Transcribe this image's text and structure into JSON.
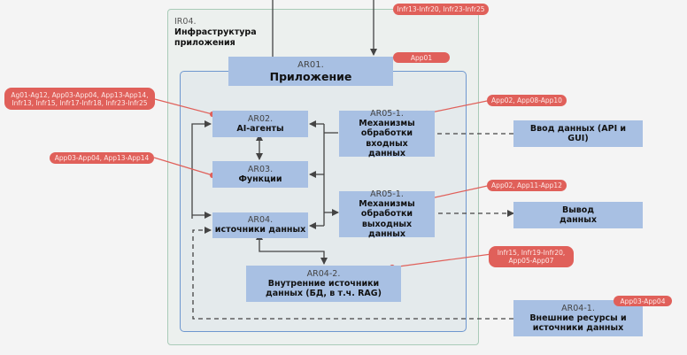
{
  "diagram": {
    "infrastructure": {
      "code": "IR04.",
      "title": "Инфраструктура приложения"
    },
    "application": {
      "code": "AR01.",
      "title": "Приложение"
    },
    "nodes": {
      "ai_agents": {
        "code": "AR02.",
        "title": "AI-агенты"
      },
      "functions": {
        "code": "AR03.",
        "title": "Функции"
      },
      "data_sources": {
        "code": "AR04.",
        "title": "источники данных"
      },
      "input_processing": {
        "code": "AR05-1.",
        "title": "Механизмы обработки входных данных"
      },
      "output_processing": {
        "code": "AR05-1.",
        "title": "Механизмы обработки выходных данных"
      },
      "internal_sources": {
        "code": "AR04-2.",
        "title": "Внутренние источники данных (БД, в т.ч. RAG)"
      },
      "data_input": {
        "title": "Ввод данных (API и GUI)"
      },
      "data_output": {
        "title": "Вывод данных"
      },
      "external_resources": {
        "code": "AR04-1.",
        "title": "Внешние ресурсы и источники данных"
      }
    },
    "tags": {
      "infra_top": "Infr13-Infr20, Infr23-Infr25",
      "app": "App01",
      "ai_agents": "Ag01-Ag12, App03-App04, App13-App14, Infr13, Infr15, Infr17-Infr18, Infr23-Infr25",
      "functions": "App03-App04, App13-App14",
      "input_processing": "App02, App08-App10",
      "output_processing": "App02, App11-App12",
      "internal_sources": "Infr15, Infr19-Infr20, App05-App07",
      "external_resources": "App03-App04"
    },
    "colors": {
      "box_fill": "#a8c0e3",
      "tag_fill": "#e0605a",
      "app_frame_border": "#6e97cf",
      "infra_frame_border": "#a9cbb8",
      "connector": "#444444"
    }
  }
}
